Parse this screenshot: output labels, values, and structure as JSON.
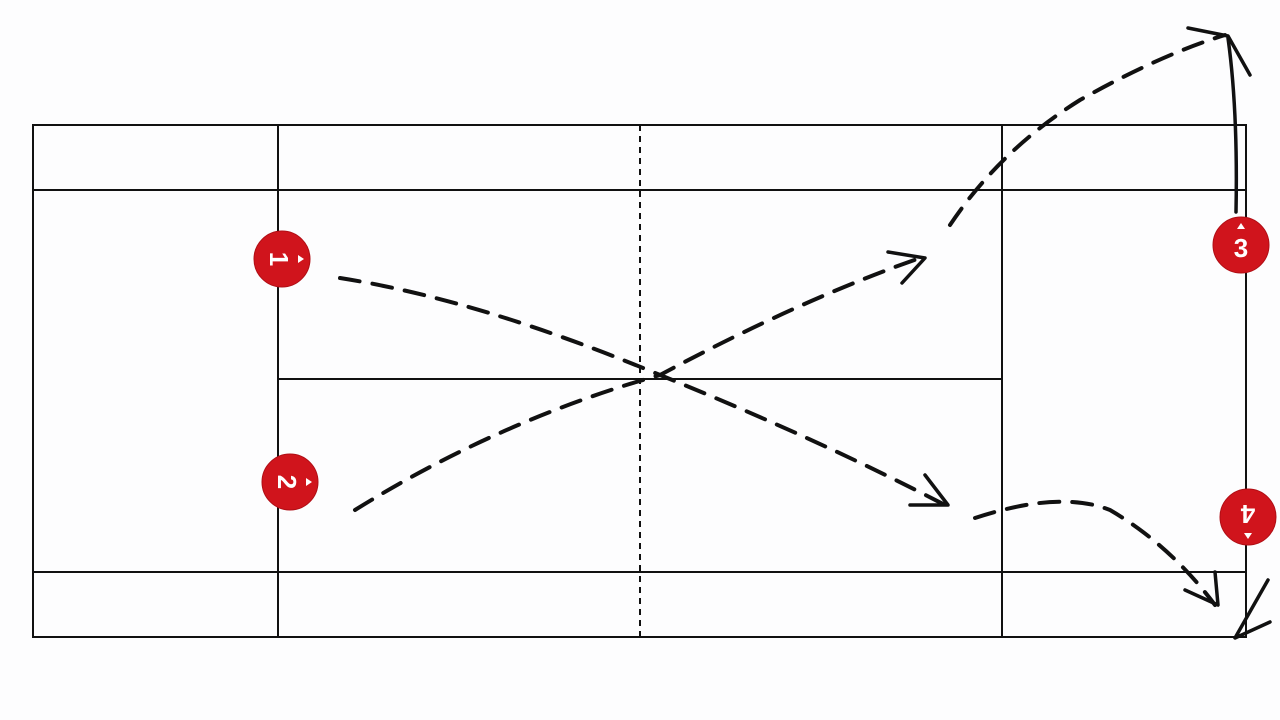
{
  "diagram": {
    "players": [
      {
        "label": "1",
        "color": "#d0141c"
      },
      {
        "label": "2",
        "color": "#d0141c"
      },
      {
        "label": "3",
        "color": "#d0141c"
      },
      {
        "label": "4",
        "color": "#d0141c"
      }
    ]
  }
}
